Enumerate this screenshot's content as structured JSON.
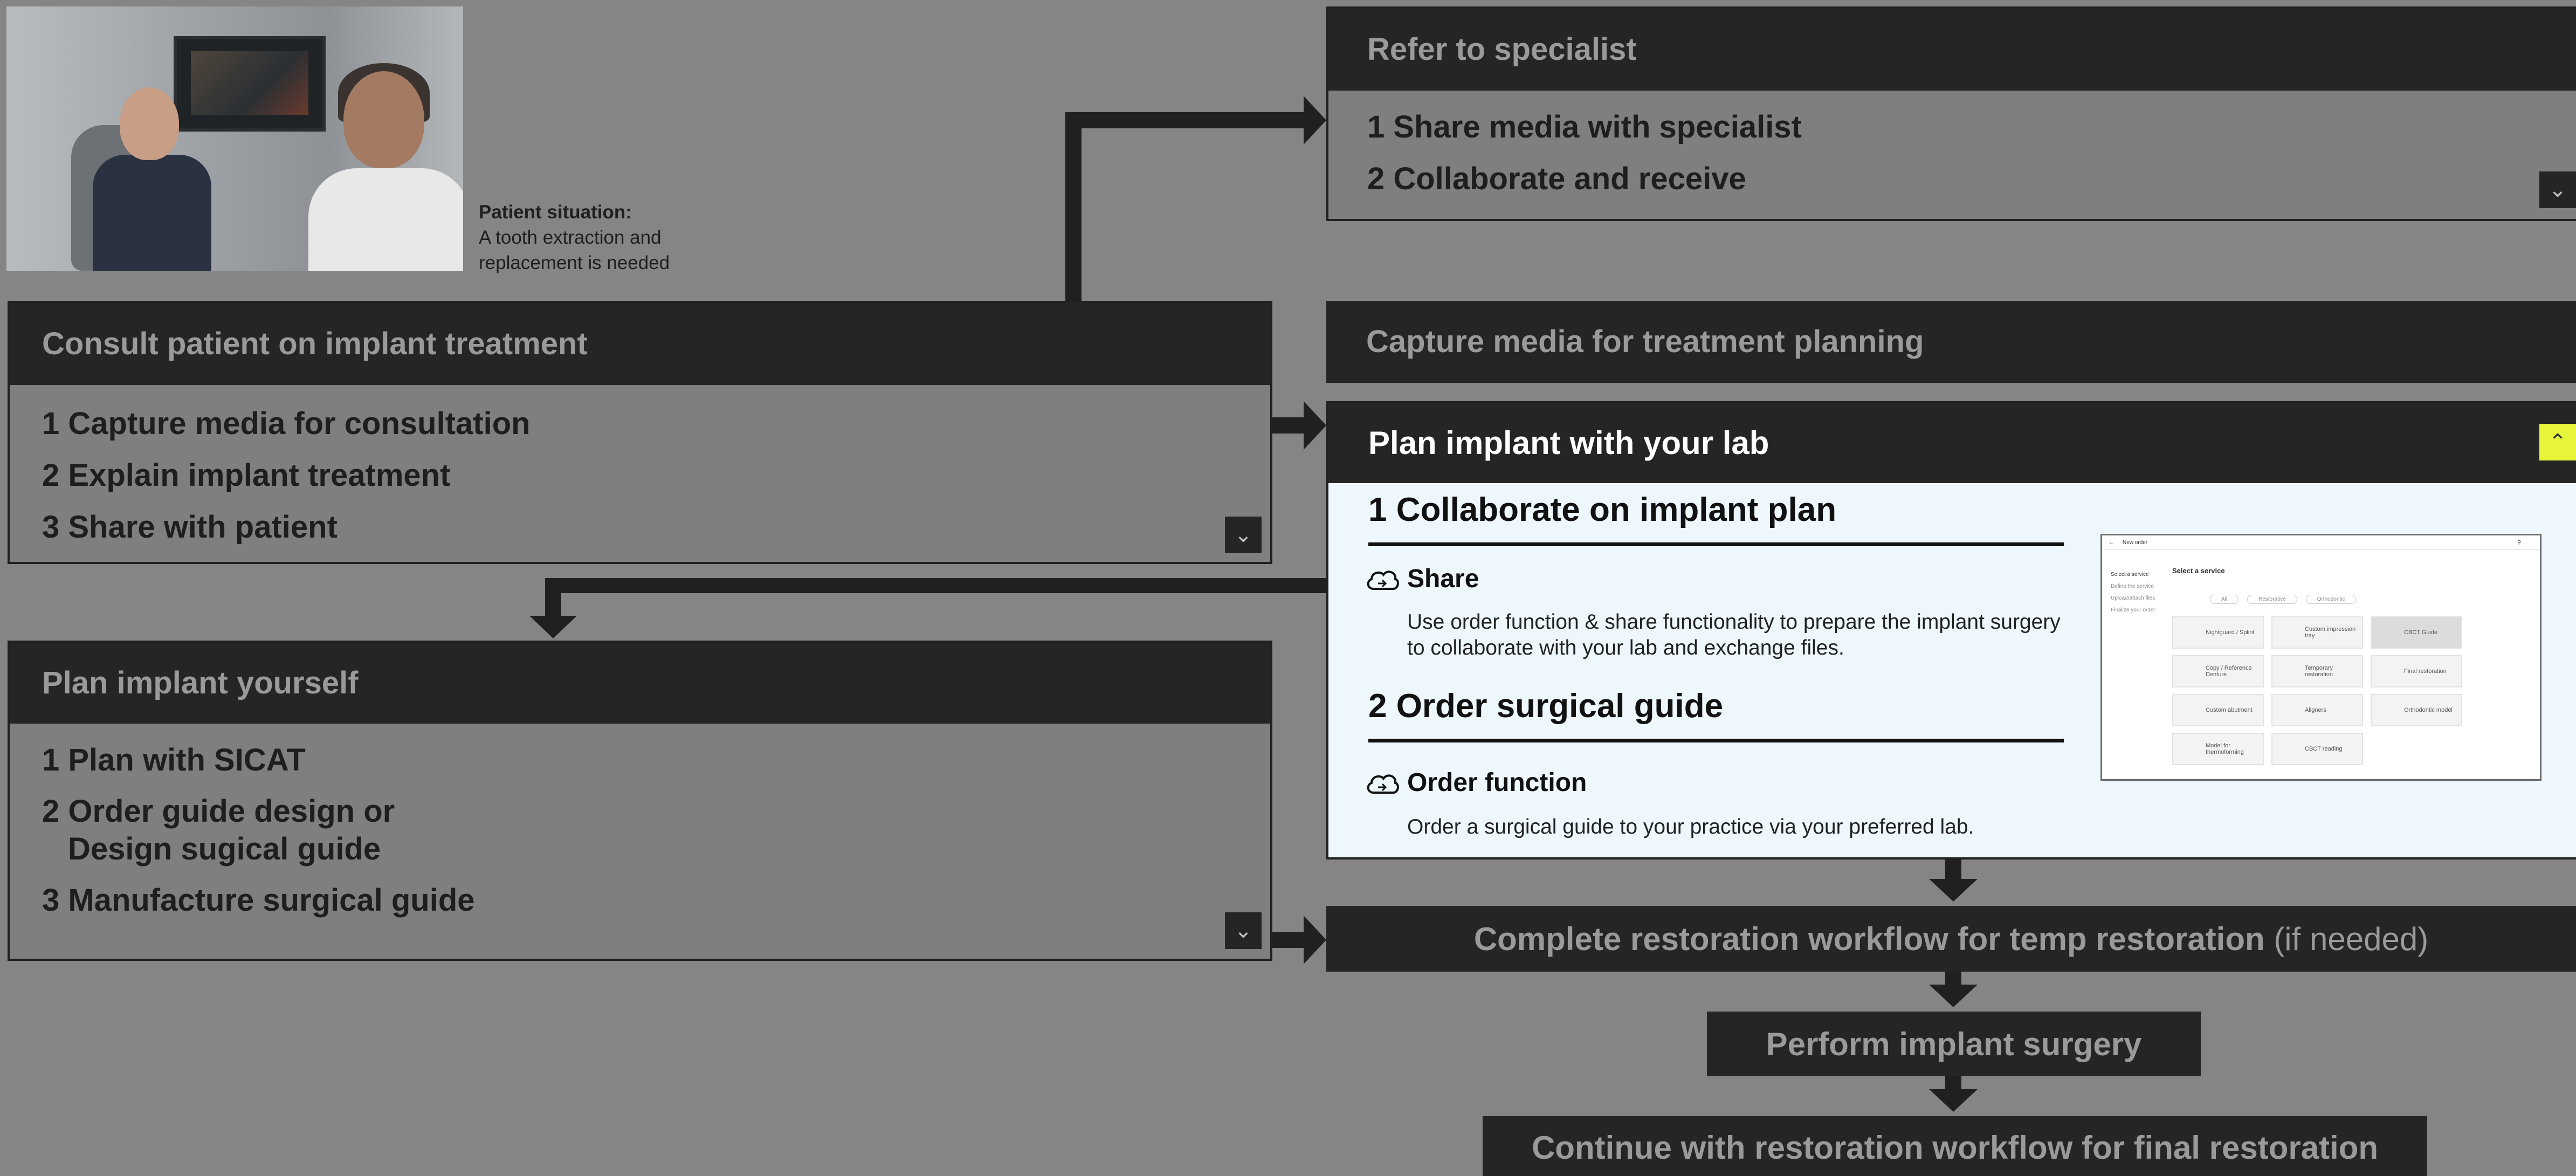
{
  "patient": {
    "label": "Patient situation:",
    "text_line1": "A tooth extraction and",
    "text_line2": "replacement is needed"
  },
  "consult": {
    "title": "Consult patient on implant treatment",
    "items": [
      "1 Capture media for consultation",
      "2 Explain implant treatment",
      "3 Share with patient"
    ]
  },
  "refer": {
    "title": "Refer to specialist",
    "items": [
      "1 Share media with specialist",
      "2 Collaborate and receive"
    ]
  },
  "capture": {
    "title": "Capture media for treatment planning"
  },
  "plan_lab": {
    "title": "Plan implant with your lab",
    "section1": "1 Collaborate on implant plan",
    "feature1_title": "Share",
    "feature1_desc_line1": "Use order function & share functionality to prepare the implant surgery",
    "feature1_desc_line2": "to collaborate with your lab and exchange files.",
    "section2": "2 Order surgical guide",
    "feature2_title": "Order function",
    "feature2_desc": "Order a surgical guide to your practice via your preferred lab.",
    "mock": {
      "title": "New order",
      "heading": "Select a service",
      "steps": [
        "Select a service",
        "Define the service",
        "Upload/attach files",
        "Finalize your order"
      ],
      "filters": [
        "All",
        "Restorative",
        "Orthodontic"
      ],
      "cards": [
        "Nightguard / Splint",
        "Custom impression tray",
        "CBCT Guide",
        "Copy / Reference Denture",
        "Temporary restoration",
        "Final restoration",
        "Custom abutment",
        "Aligners",
        "Orthodontic model",
        "Model for thermoforming",
        "CBCT reading"
      ]
    }
  },
  "plan_self": {
    "title": "Plan implant yourself",
    "item1": "1 Plan with SICAT",
    "item2_line1": "2 Order guide design or",
    "item2_line2": "Design sugical guide",
    "item3": "3 Manufacture surgical guide"
  },
  "restoration_temp": {
    "text": "Complete restoration workflow for temp restoration",
    "note": "(if needed)"
  },
  "surgery": {
    "text": "Perform implant surgery"
  },
  "restoration_final": {
    "text": "Continue with restoration workflow for final restoration"
  },
  "icons": {
    "chevron_down": "chevron-down-icon",
    "chevron_up": "chevron-up-icon",
    "cloud": "cloud-share-icon"
  },
  "colors": {
    "background": "#858585",
    "header": "#252525",
    "accent": "#e6f53a",
    "panel": "#eef8fc"
  }
}
